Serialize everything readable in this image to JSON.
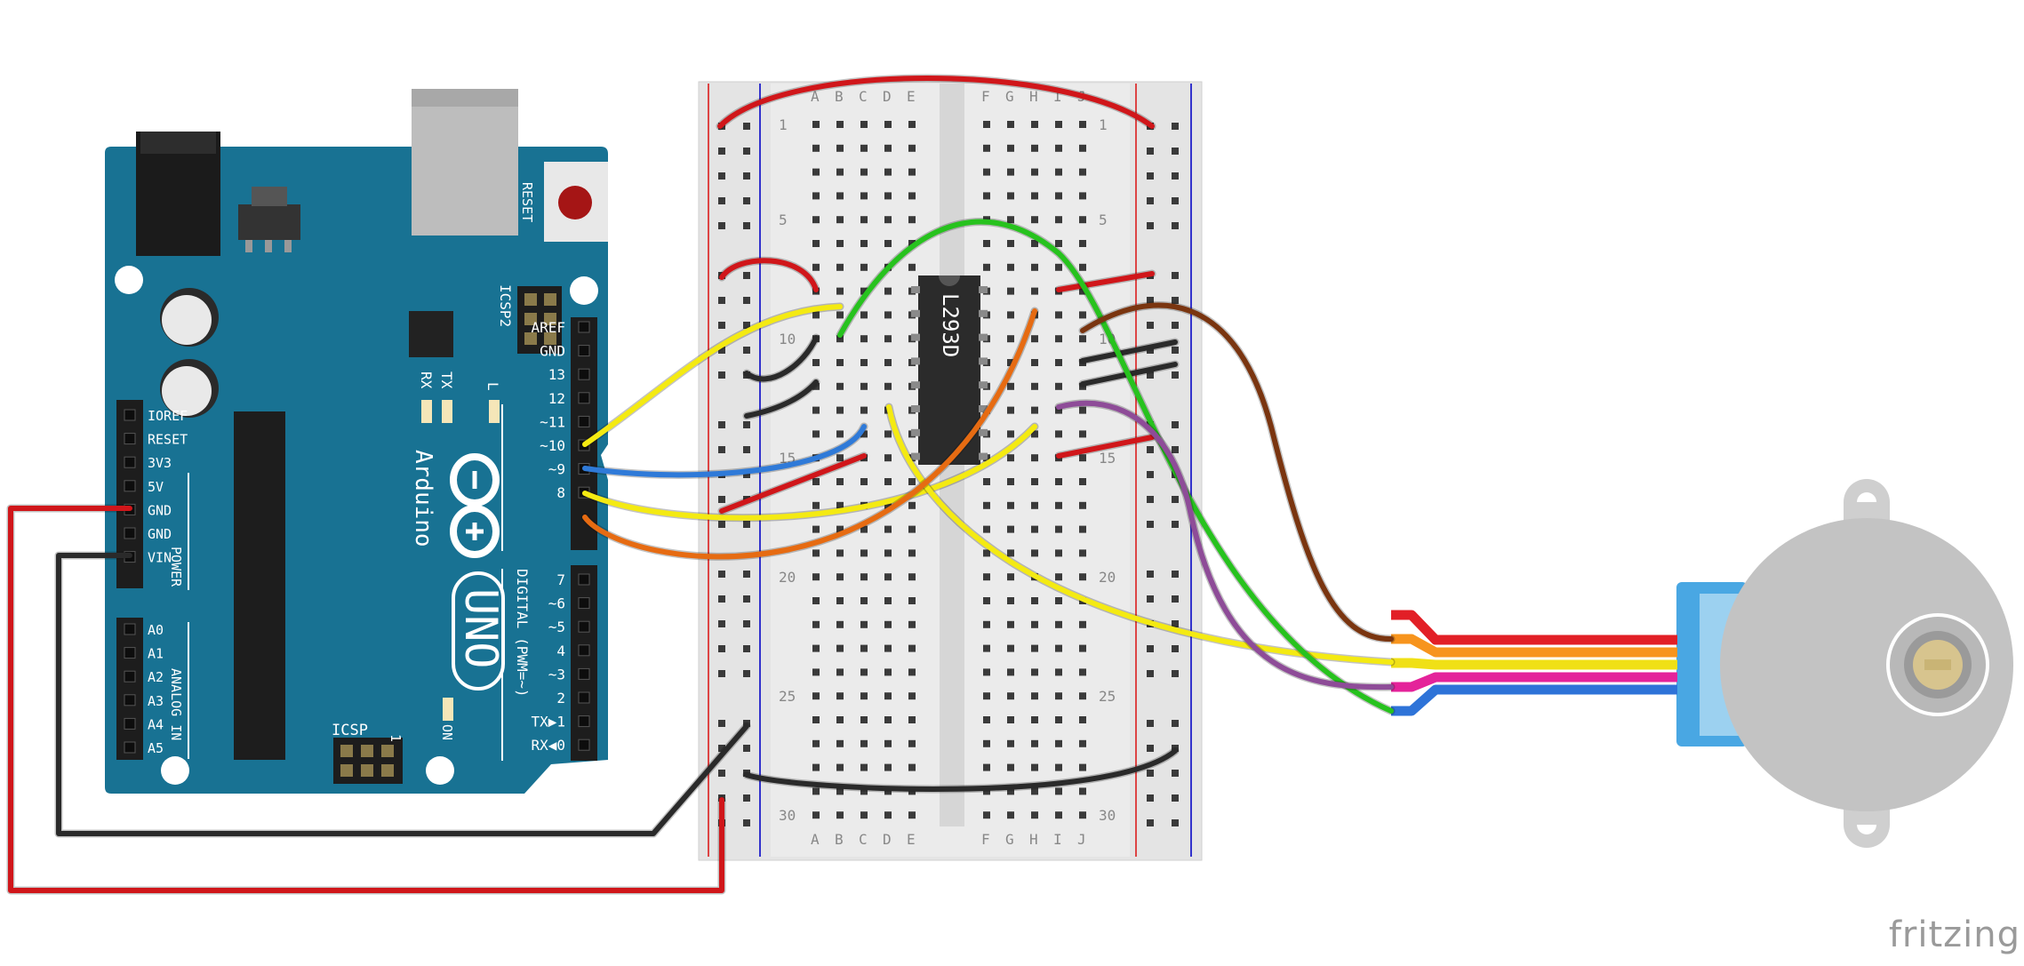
{
  "arduino": {
    "brand": "Arduino",
    "model": "UNO",
    "reset_label": "RESET",
    "icsp2_label": "ICSP2",
    "icsp_label": "ICSP",
    "icsp_pin1": "1",
    "led_l": "L",
    "led_tx": "TX",
    "led_rx": "RX",
    "led_on": "ON",
    "digital_label": "DIGITAL (PWM=~)",
    "power_label": "POWER",
    "analog_label": "ANALOG IN",
    "top_header_pins": [
      "AREF",
      "GND",
      "13",
      "12",
      "~11",
      "~10",
      "~9",
      "8"
    ],
    "bottom_header_pins": [
      "7",
      "~6",
      "~5",
      "4",
      "~3",
      "2",
      "TX▶1",
      "RX◀0"
    ],
    "power_pins": [
      "IOREF",
      "RESET",
      "3V3",
      "5V",
      "GND",
      "GND",
      "VIN"
    ],
    "analog_pins": [
      "A0",
      "A1",
      "A2",
      "A3",
      "A4",
      "A5"
    ]
  },
  "breadboard": {
    "columns_left": [
      "A",
      "B",
      "C",
      "D",
      "E"
    ],
    "columns_right": [
      "F",
      "G",
      "H",
      "I",
      "J"
    ],
    "row_numbers": [
      "1",
      "5",
      "10",
      "15",
      "20",
      "25",
      "30"
    ]
  },
  "chip": {
    "label": "L293D"
  },
  "wire_colors": {
    "red": "#d0161a",
    "black": "#2a2a2a",
    "yellow": "#f4ea12",
    "blue": "#2f7ad8",
    "orange": "#e66b12",
    "green": "#27c21e",
    "brown": "#7a3510",
    "purple": "#8e4c98"
  },
  "motor": {
    "lead_colors": [
      "#e21f26",
      "#f7941d",
      "#f0e016",
      "#e4239a",
      "#2e73d8"
    ]
  },
  "watermark": "fritzing"
}
